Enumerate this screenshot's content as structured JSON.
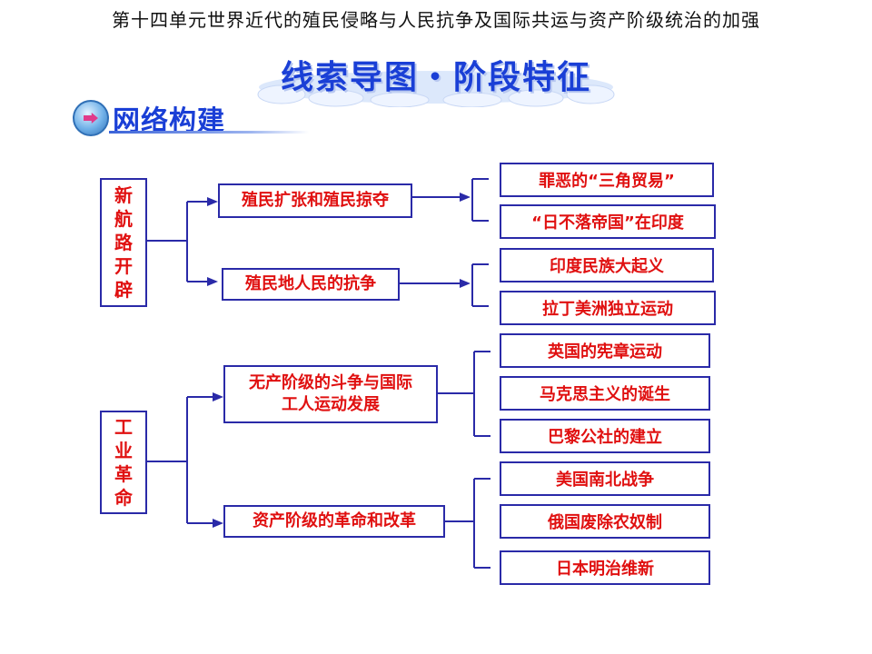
{
  "page_title": "第十四单元世界近代的殖民侵略与人民抗争及国际共运与资产阶级统治的加强",
  "banner": {
    "title": "线索导图・阶段特征"
  },
  "section": {
    "label": "网络构建"
  },
  "tree": {
    "branch1": {
      "root": [
        "新",
        "航",
        "路",
        "开",
        "辟"
      ],
      "children": [
        {
          "label": "殖民扩张和殖民掠夺",
          "leaves": [
            "罪恶的“三角贸易”",
            "“日不落帝国”在印度"
          ]
        },
        {
          "label": "殖民地人民的抗争",
          "leaves": [
            "印度民族大起义",
            "拉丁美洲独立运动"
          ]
        }
      ]
    },
    "branch2": {
      "root": [
        "工",
        "业",
        "革",
        "命"
      ],
      "children": [
        {
          "label_line1": "无产阶级的斗争与国际",
          "label_line2": "工人运动发展",
          "leaves": [
            "英国的宪章运动",
            "马克思主义的诞生",
            "巴黎公社的建立"
          ]
        },
        {
          "label": "资产阶级的革命和改革",
          "leaves": [
            "美国南北战争",
            "俄国废除农奴制",
            "日本明治维新"
          ]
        }
      ]
    }
  },
  "colors": {
    "box_border": "#2a2aa8",
    "box_text": "#e01010",
    "title_blue": "#1a3fd6"
  }
}
